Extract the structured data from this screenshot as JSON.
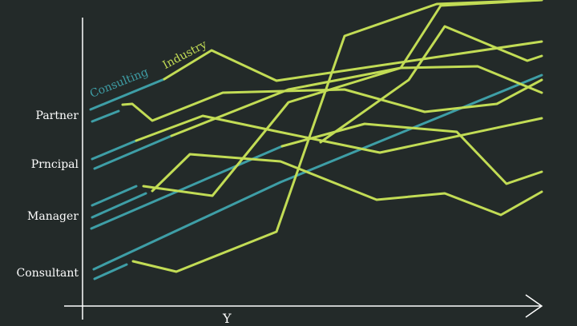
{
  "labels": {
    "consulting": "Consulting",
    "industry": "Industry",
    "x_axis": "Y"
  },
  "y_levels": [
    "Partner",
    "Prncipal",
    "Manager",
    "Consultant"
  ],
  "colors": {
    "background": "#232a29",
    "axis": "#ffffff",
    "consulting": "#3e9ea6",
    "industry": "#c2dc55"
  }
}
